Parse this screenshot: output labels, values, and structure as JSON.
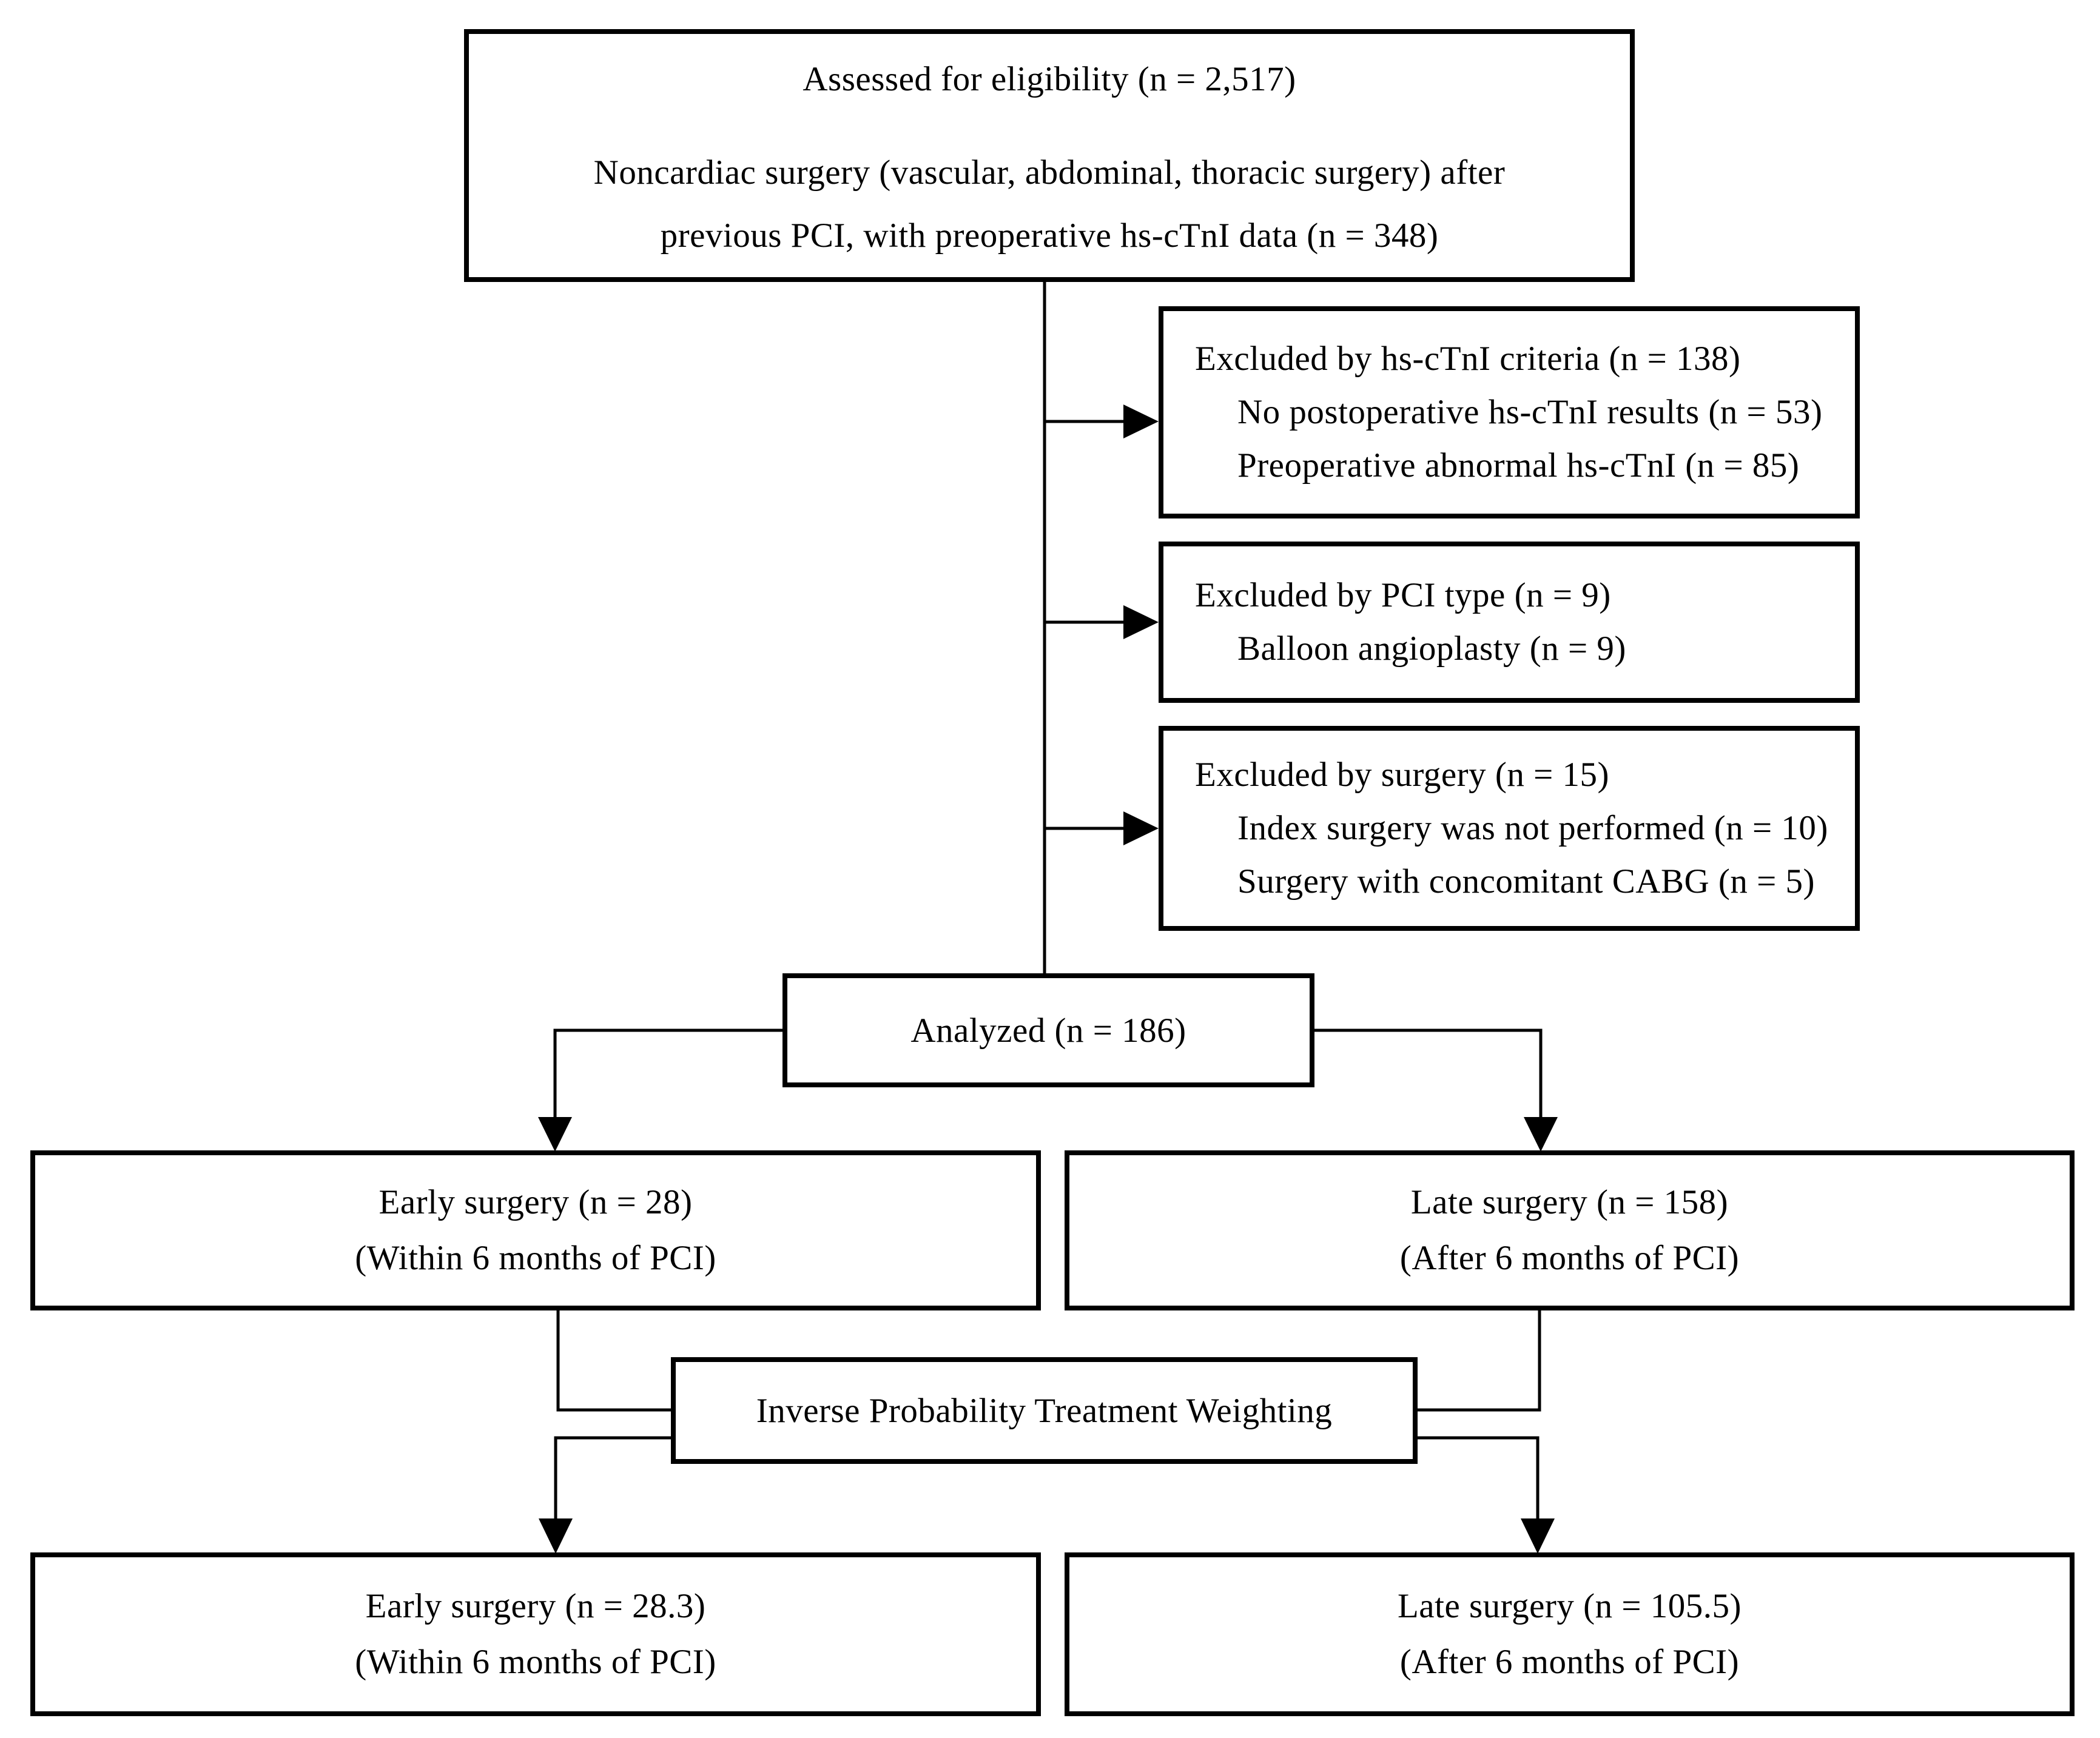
{
  "flowchart": {
    "eligibility_box": {
      "title": "Assessed for eligibility (n = 2,517)",
      "body_lines": [
        "Noncardiac surgery (vascular, abdominal, thoracic surgery) after",
        "previous PCI, with preoperative hs-cTnI data (n = 348)"
      ]
    },
    "exclusion_boxes": [
      {
        "title": "Excluded by hs-cTnI criteria (n = 138)",
        "items": [
          "No postoperative hs-cTnI results (n = 53)",
          "Preoperative abnormal hs-cTnI (n = 85)"
        ]
      },
      {
        "title": "Excluded by PCI type (n = 9)",
        "items": [
          "Balloon angioplasty (n = 9)"
        ]
      },
      {
        "title": "Excluded by surgery (n = 15)",
        "items": [
          "Index surgery was not performed (n = 10)",
          "Surgery with concomitant CABG (n = 5)"
        ]
      }
    ],
    "analyzed_box": {
      "title": "Analyzed (n = 186)"
    },
    "early_surgery_box": {
      "title": "Early surgery (n = 28)",
      "subtitle": "(Within 6 months of PCI)"
    },
    "late_surgery_box": {
      "title": "Late surgery (n = 158)",
      "subtitle": "(After 6 months of PCI)"
    },
    "iptw_box": {
      "title": "Inverse Probability Treatment Weighting"
    },
    "early_weighted_box": {
      "title": "Early surgery (n = 28.3)",
      "subtitle": "(Within 6 months of PCI)"
    },
    "late_weighted_box": {
      "title": "Late surgery (n = 105.5)",
      "subtitle": "(After 6 months of PCI)"
    }
  },
  "colors": {
    "background": "#ffffff",
    "box_border": "#000000",
    "line": "#000000",
    "text": "#000000"
  }
}
